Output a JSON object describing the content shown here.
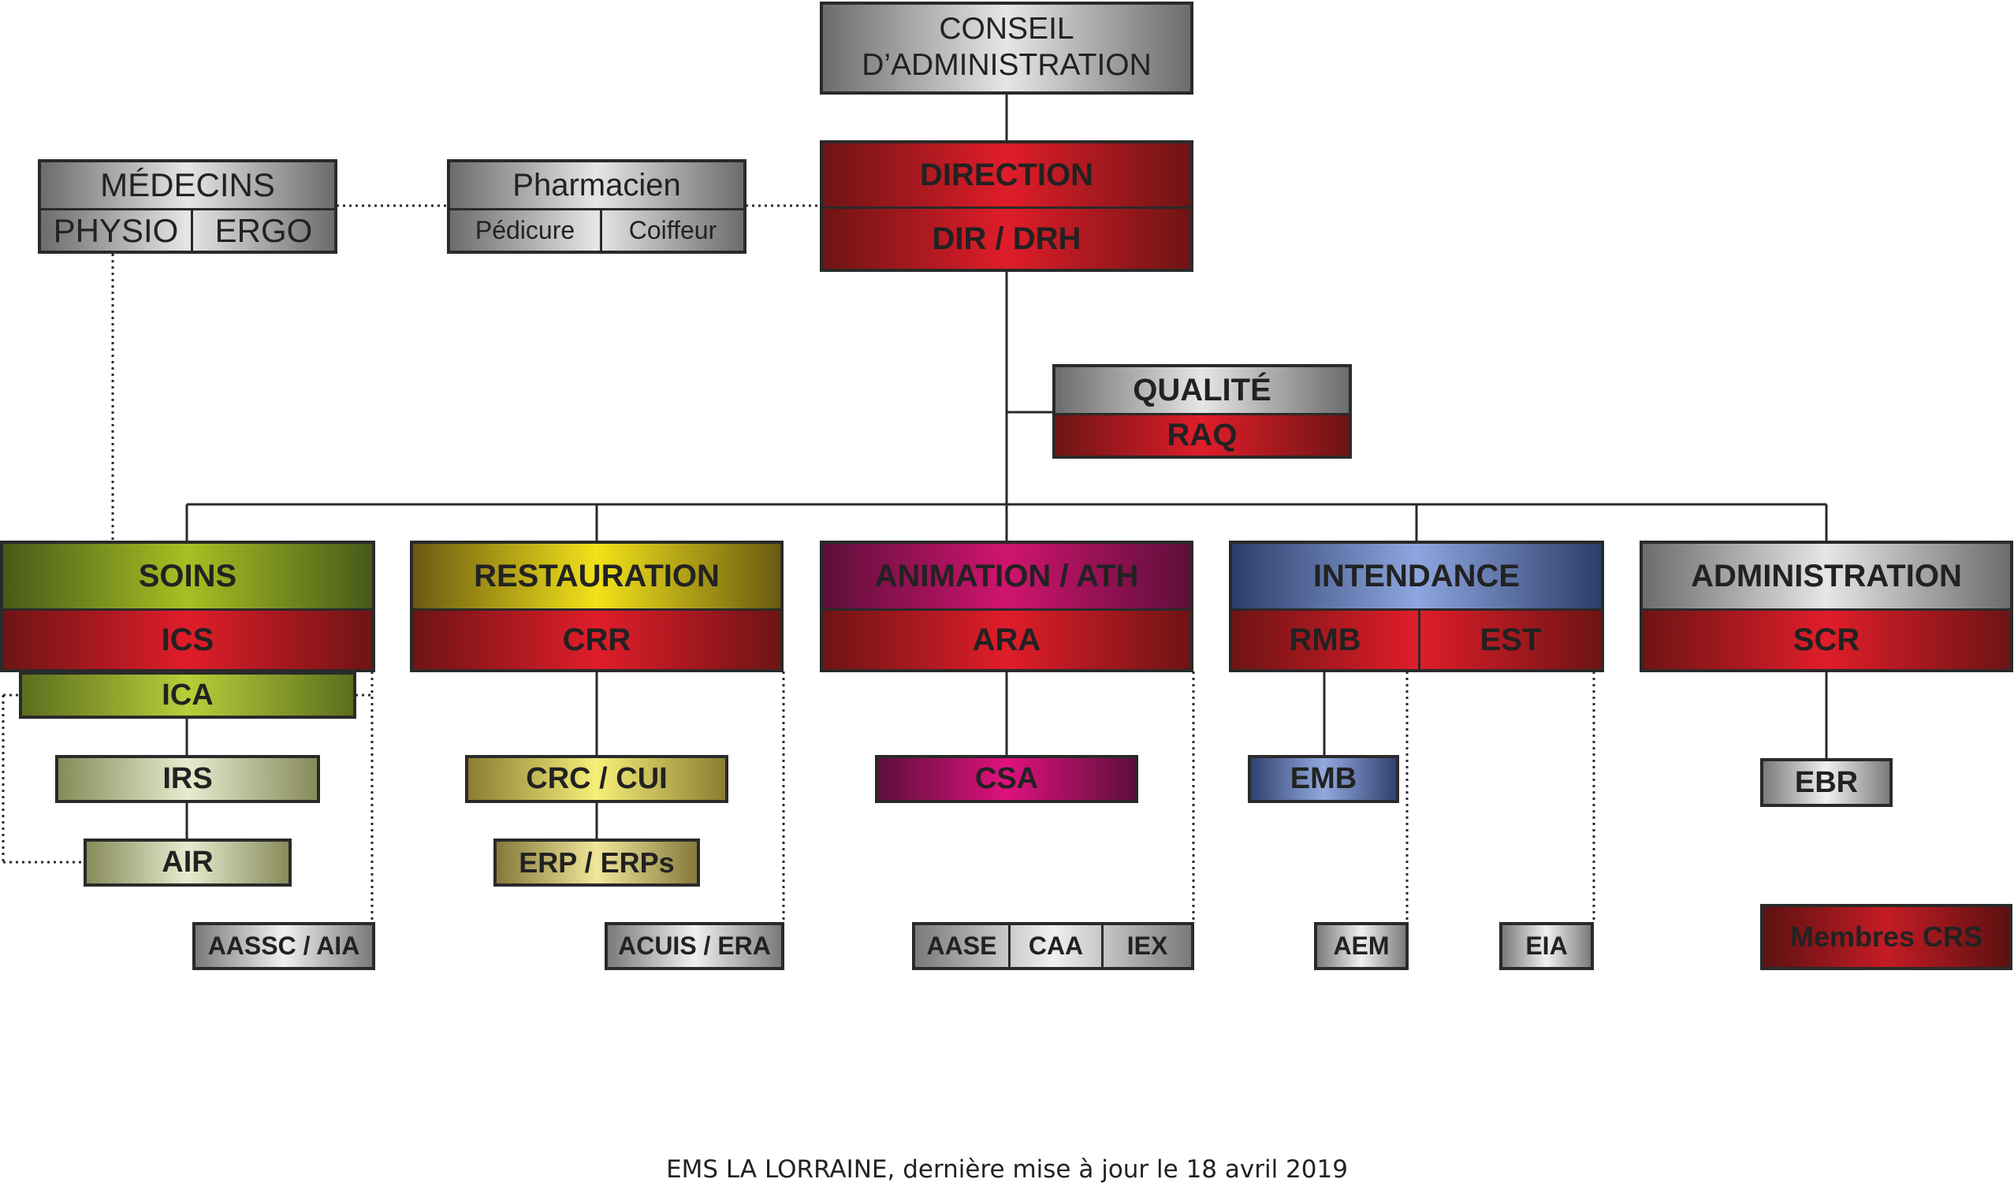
{
  "conseil": {
    "line1": "CONSEIL",
    "line2": "D’ADMINISTRATION"
  },
  "direction": {
    "title": "DIRECTION",
    "sub": "DIR / DRH"
  },
  "medecins": {
    "title": "MÉDECINS",
    "sub1": "PHYSIO",
    "sub2": "ERGO"
  },
  "pharmacien": {
    "title": "Pharmacien",
    "sub1": "Pédicure",
    "sub2": "Coiffeur"
  },
  "qualite": {
    "title": "QUALITÉ",
    "sub": "RAQ"
  },
  "soins": {
    "title": "SOINS",
    "sub": "ICS",
    "ica": "ICA",
    "irs": "IRS",
    "air": "AIR",
    "extra": "AASSC / AIA"
  },
  "restauration": {
    "title": "RESTAURATION",
    "sub": "CRR",
    "crc": "CRC / CUI",
    "erp": "ERP / ERPs",
    "extra": "ACUIS / ERA"
  },
  "animation": {
    "title": "ANIMATION / ATH",
    "sub": "ARA",
    "csa": "CSA",
    "extra": [
      "AASE",
      "CAA",
      "IEX"
    ]
  },
  "intendance": {
    "title": "INTENDANCE",
    "sub1": "RMB",
    "sub2": "EST",
    "emb": "EMB",
    "aem": "AEM",
    "eia": "EIA"
  },
  "administration": {
    "title": "ADMINISTRATION",
    "sub": "SCR",
    "ebr": "EBR"
  },
  "legend": {
    "label": "Membres CRS"
  },
  "footer": "EMS LA LORRAINE, dernière mise à jour le 18 avril 2019"
}
